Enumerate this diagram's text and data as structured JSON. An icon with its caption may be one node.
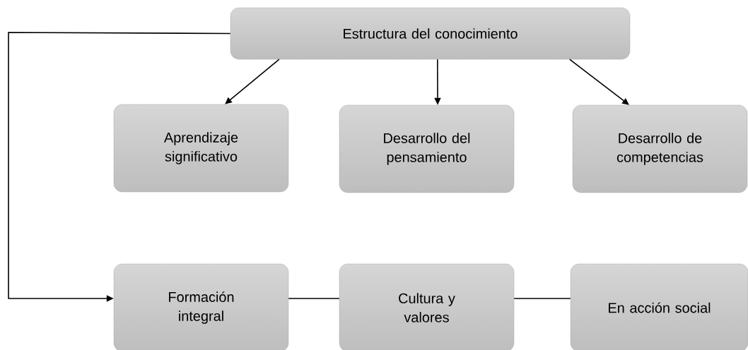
{
  "diagram": {
    "nodes": [
      {
        "text": [
          "Estructura del conocimiento"
        ]
      },
      {
        "text": [
          "Aprendizaje significativo"
        ]
      },
      {
        "text": [
          "Desarrollo del pensamiento"
        ]
      },
      {
        "text": [
          "Desarrollo de competencias"
        ]
      },
      {
        "text": [
          "Formación integral"
        ]
      },
      {
        "text": [
          "Cultura y valores"
        ]
      },
      {
        "text": [
          "En acción social"
        ]
      }
    ],
    "edges": [
      {
        "from": 0,
        "to": 1,
        "arrow": "to"
      },
      {
        "from": 0,
        "to": 2,
        "arrow": "to"
      },
      {
        "from": 0,
        "to": 3,
        "arrow": "to"
      },
      {
        "from": 0,
        "to": 4,
        "arrow": "to"
      },
      {
        "from": 4,
        "to": 5,
        "arrow": "none"
      },
      {
        "from": 5,
        "to": 6,
        "arrow": "none"
      }
    ]
  }
}
